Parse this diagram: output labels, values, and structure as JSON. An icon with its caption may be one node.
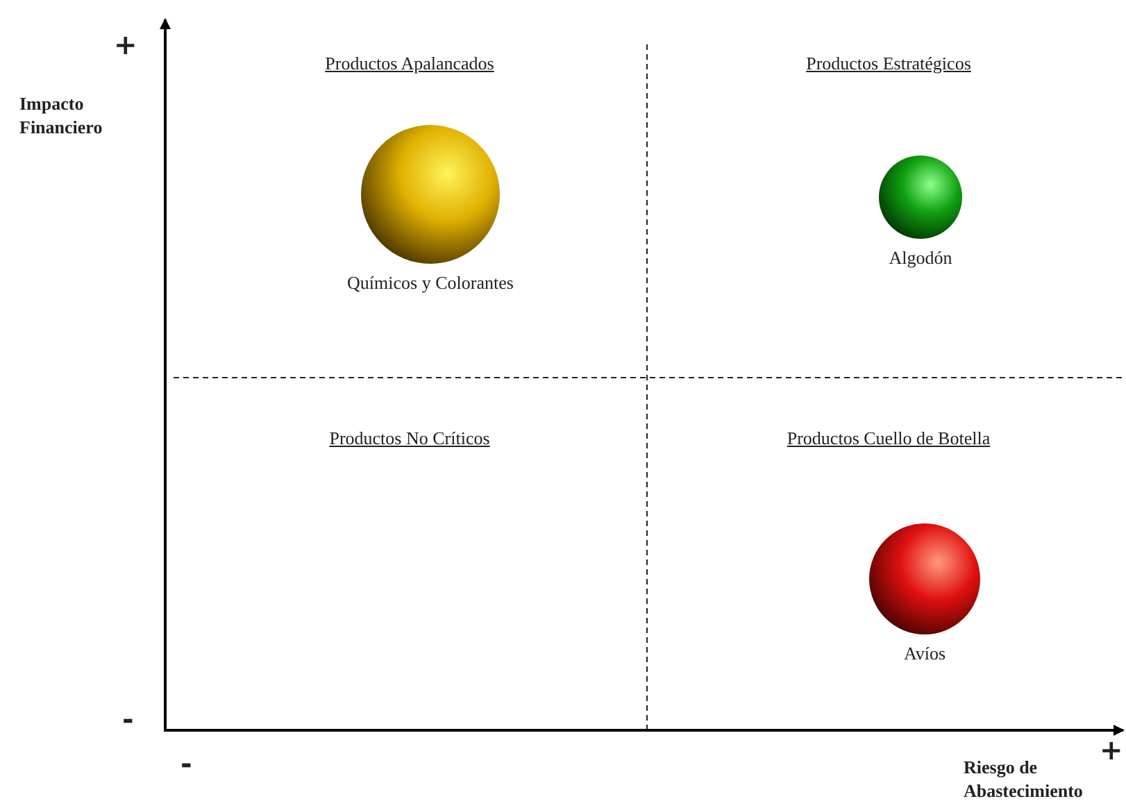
{
  "diagram": {
    "nodes": [
      {
        "text": [
          "Productos Apalancados"
        ]
      },
      {
        "text": [
          "Químicos y Colorantes"
        ],
        "in": 0
      },
      {
        "text": [
          "Productos Estratégicos"
        ]
      },
      {
        "text": [
          "Algodón"
        ],
        "in": 2
      },
      {
        "text": [
          "Productos No Críticos"
        ]
      },
      {
        "text": [
          "Productos Cuello de Botella"
        ]
      },
      {
        "text": [
          "Avíos"
        ],
        "in": 5
      }
    ],
    "edges": [],
    "labels": [
      "+",
      "Impacto Financiero",
      "-",
      "-",
      "Riesgo de Abastecimiento",
      "+"
    ]
  }
}
